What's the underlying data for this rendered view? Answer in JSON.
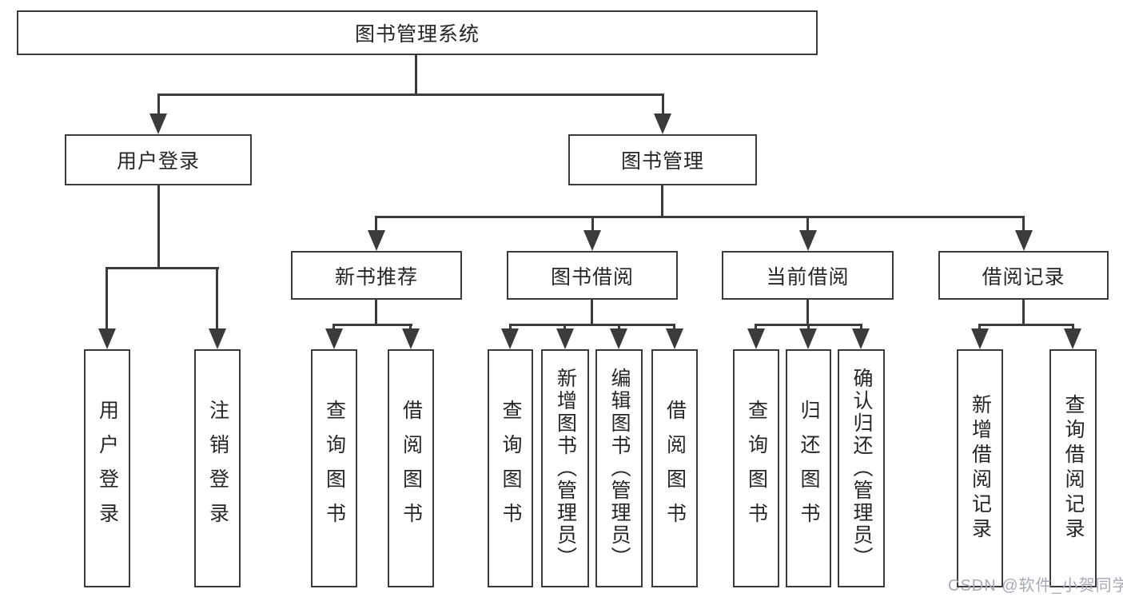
{
  "colors": {
    "line": "#3b3b3b",
    "text": "#262626",
    "background": "#ffffff",
    "watermark": "#a6aab6"
  },
  "watermark": {
    "text": "CSDN @软件_小贺同学"
  },
  "tree": {
    "label": "图书管理系统",
    "children": [
      {
        "label": "用户登录",
        "children": [
          {
            "label": "用户登录"
          },
          {
            "label": "注销登录"
          }
        ]
      },
      {
        "label": "图书管理",
        "children": [
          {
            "label": "新书推荐",
            "children": [
              {
                "label": "查询图书"
              },
              {
                "label": "借阅图书"
              }
            ]
          },
          {
            "label": "图书借阅",
            "children": [
              {
                "label": "查询图书"
              },
              {
                "label": "新增图书（管理员）"
              },
              {
                "label": "编辑图书（管理员）"
              },
              {
                "label": "借阅图书"
              }
            ]
          },
          {
            "label": "当前借阅",
            "children": [
              {
                "label": "查询图书"
              },
              {
                "label": "归还图书"
              },
              {
                "label": "确认归还（管理员）"
              }
            ]
          },
          {
            "label": "借阅记录",
            "children": [
              {
                "label": "新增借阅记录"
              },
              {
                "label": "查询借阅记录"
              }
            ]
          }
        ]
      }
    ]
  }
}
